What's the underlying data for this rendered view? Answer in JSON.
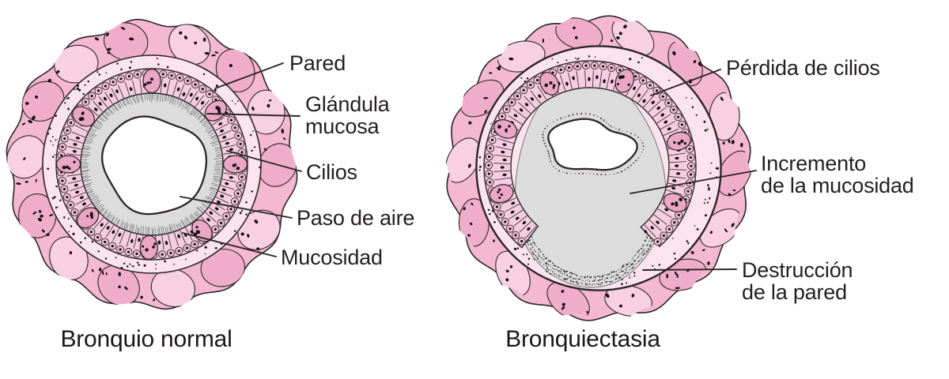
{
  "figure_type": "medical-illustration-comparison",
  "panels": {
    "normal": {
      "caption": "Bronquio normal",
      "labels": {
        "pared": "Pared",
        "glandula": "Glándula\nmucosa",
        "cilios": "Cilios",
        "paso": "Paso de aire",
        "mucosidad": "Mucosidad"
      }
    },
    "ectasia": {
      "caption": "Bronquiectasia",
      "labels": {
        "perdida": "Pérdida de cilios",
        "incremento": "Incremento\nde la mucosidad",
        "destruccion": "Destrucción\nde la pared"
      }
    }
  },
  "palette": {
    "background": "#ffffff",
    "wall_pink": "#f4b9d1",
    "wall_light": "#f8d0e1",
    "wall_dark": "#f0adca",
    "submucosa_pink": "#fbe4ee",
    "epithelium_pink": "#f6cde0",
    "cell_bubble_pink": "#f3c3d7",
    "gland_pink": "#eba6c6",
    "mucus_gray": "#dcdcdc",
    "lumen_white": "#ffffff",
    "outline": "#2b2526",
    "ink": "#151112",
    "stipple": "#4a4a4a",
    "cilia": "#6f6b6c",
    "text": "#231f20"
  }
}
